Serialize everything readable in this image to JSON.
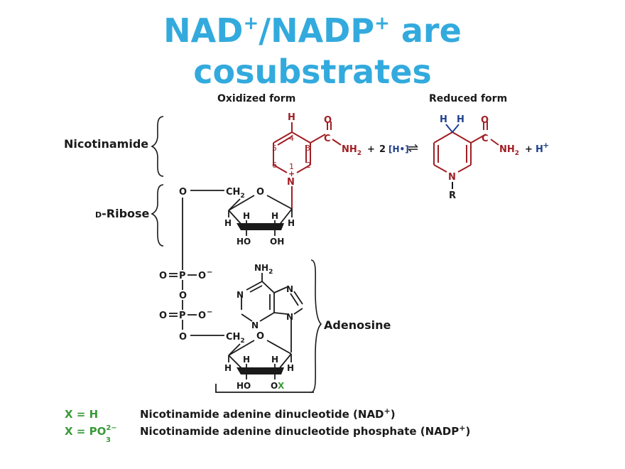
{
  "title": {
    "part1": "NAD",
    "sup1": "+",
    "part2": "/NADP",
    "sup2": "+",
    "part3": " are",
    "line2": "cosubstrates"
  },
  "colors": {
    "title": "#33AADD",
    "oxidized_ring": "#A01E24",
    "reduced_ring": "#A01E24",
    "hydrogen_blue": "#1F3F8F",
    "x_green": "#3A9A3A",
    "ink": "#1a1a1a"
  },
  "headers": {
    "oxidized": "Oxidized form",
    "reduced": "Reduced form"
  },
  "section_labels": {
    "nicotinamide": "Nicotinamide",
    "ribose_prefix": "D",
    "ribose_rest": "-Ribose",
    "adenosine": "Adenosine"
  },
  "atoms": {
    "H": "H",
    "C": "C",
    "O": "O",
    "N": "N",
    "R": "R",
    "NH": "NH",
    "sub2": "2",
    "CH": "CH",
    "HO": "HO",
    "OH": "OH",
    "X": "X",
    "plus": "+",
    "minus": "−",
    "two": "2",
    "H_radical": "[H•]",
    "equilibrium": "⇌",
    "ring_numbers": [
      "1",
      "2",
      "3",
      "4",
      "5",
      "6"
    ],
    "phosphate_O_double": "O",
    "phosphate_P": "P",
    "phosphate_O_minus": "O"
  },
  "legend": {
    "row1_x": "X = H",
    "row1_name": "Nicotinamide adenine dinucleotide (NAD",
    "row1_sup": "+",
    "row1_close": ")",
    "row2_x": "X = PO",
    "row2_sub": "3",
    "row2_sup": "2−",
    "row2_name": "Nicotinamide adenine dinucleotide phosphate (NADP",
    "row2_sup_plus": "+",
    "row2_close": ")"
  }
}
